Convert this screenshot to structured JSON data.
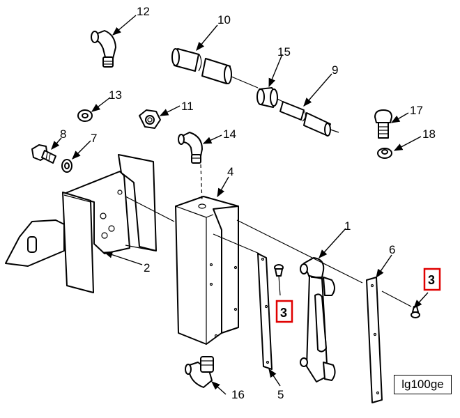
{
  "diagram": {
    "figure_id": "lg100ge",
    "callouts": [
      {
        "label": "12"
      },
      {
        "label": "10"
      },
      {
        "label": "15"
      },
      {
        "label": "9"
      },
      {
        "label": "13"
      },
      {
        "label": "11"
      },
      {
        "label": "17"
      },
      {
        "label": "8"
      },
      {
        "label": "7"
      },
      {
        "label": "14"
      },
      {
        "label": "18"
      },
      {
        "label": "4"
      },
      {
        "label": "1"
      },
      {
        "label": "6"
      },
      {
        "label": "2"
      },
      {
        "label": "3"
      },
      {
        "label": "3"
      },
      {
        "label": "16"
      },
      {
        "label": "5"
      }
    ],
    "highlight_color": "#e00000"
  }
}
